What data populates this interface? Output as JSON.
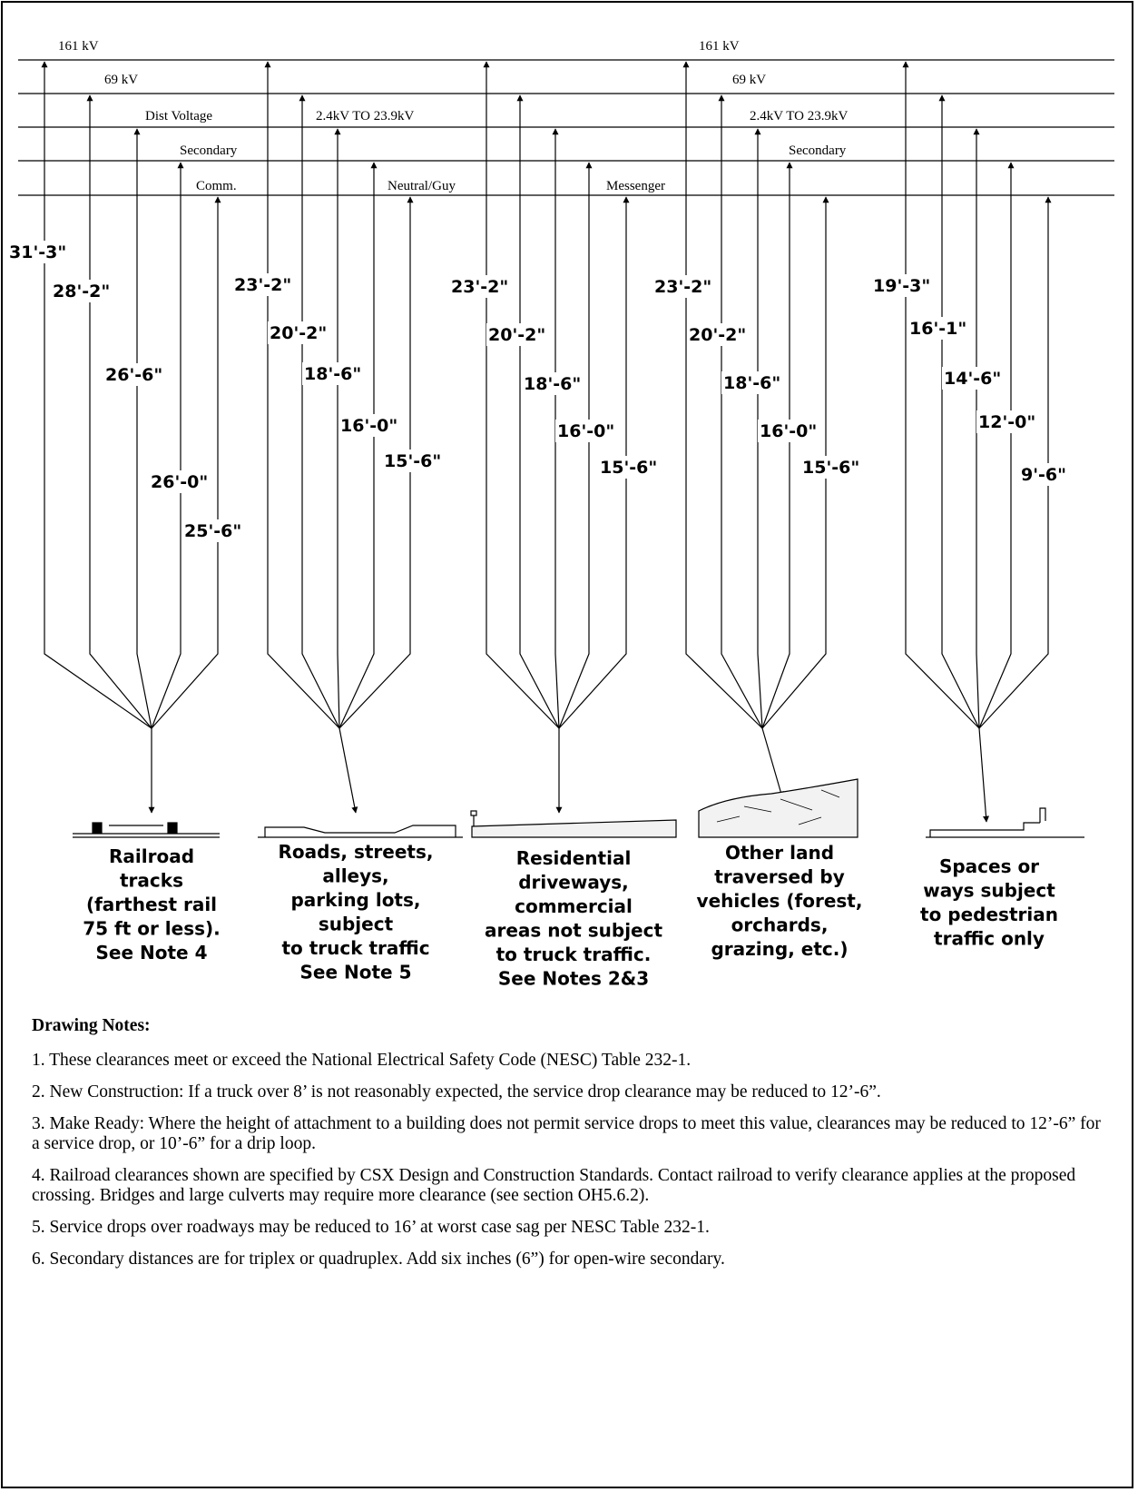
{
  "wire_labels": {
    "left": [
      "161 kV",
      "69 kV",
      "Dist Voltage",
      "Secondary",
      "Comm."
    ],
    "center": [
      "2.4kV TO 23.9kV",
      "Neutral/Guy",
      "Messenger"
    ],
    "right": [
      "161 kV",
      "69 kV",
      "2.4kV TO 23.9kV",
      "Secondary"
    ]
  },
  "groups": [
    {
      "case": [
        "Railroad",
        "tracks",
        "(farthest rail",
        "75 ft or less).",
        "See Note 4"
      ],
      "clearances": [
        "31'-3\"",
        "28'-2\"",
        "26'-6\"",
        "26'-0\"",
        "25'-6\""
      ]
    },
    {
      "case": [
        "Roads, streets,",
        "alleys,",
        "parking lots,",
        "subject",
        "to truck traffic",
        "See Note 5"
      ],
      "clearances": [
        "23'-2\"",
        "20'-2\"",
        "18'-6\"",
        "16'-0\"",
        "15'-6\""
      ]
    },
    {
      "case": [
        "Residential",
        "driveways,",
        "commercial",
        "areas not subject",
        "to truck traffic.",
        "See Notes 2&3"
      ],
      "clearances": [
        "23'-2\"",
        "20'-2\"",
        "18'-6\"",
        "16'-0\"",
        "15'-6\""
      ]
    },
    {
      "case": [
        "Other land",
        "traversed by",
        "vehicles (forest,",
        "orchards,",
        "grazing, etc.)"
      ],
      "clearances": [
        "23'-2\"",
        "20'-2\"",
        "18'-6\"",
        "16'-0\"",
        "15'-6\""
      ]
    },
    {
      "case": [
        "Spaces or",
        "ways subject",
        "to pedestrian",
        "traffic only"
      ],
      "clearances": [
        "19'-3\"",
        "16'-1\"",
        "14'-6\"",
        "12'-0\"",
        "9'-6\""
      ]
    }
  ],
  "notes": {
    "title": "Drawing Notes:",
    "items": [
      "1. These clearances meet or exceed the National Electrical Safety Code (NESC) Table 232-1.",
      "2. New Construction: If a truck over 8’ is not reasonably expected, the service drop clearance may be reduced to 12’-6”.",
      "3. Make Ready: Where the height of attachment to a building does not permit service drops to meet this value, clearances may be reduced to 12’-6” for a service drop, or 10’-6” for a drip loop.",
      "4. Railroad clearances shown are specified by CSX Design and Construction Standards. Contact railroad to verify clearance applies at the proposed crossing. Bridges and large culverts may require more clearance (see section OH5.6.2).",
      "5. Service drops over roadways may be reduced to 16’ at worst case sag per NESC Table 232-1.",
      "6. Secondary distances are for triplex or quadruplex. Add six inches (6”) for open-wire secondary."
    ]
  }
}
